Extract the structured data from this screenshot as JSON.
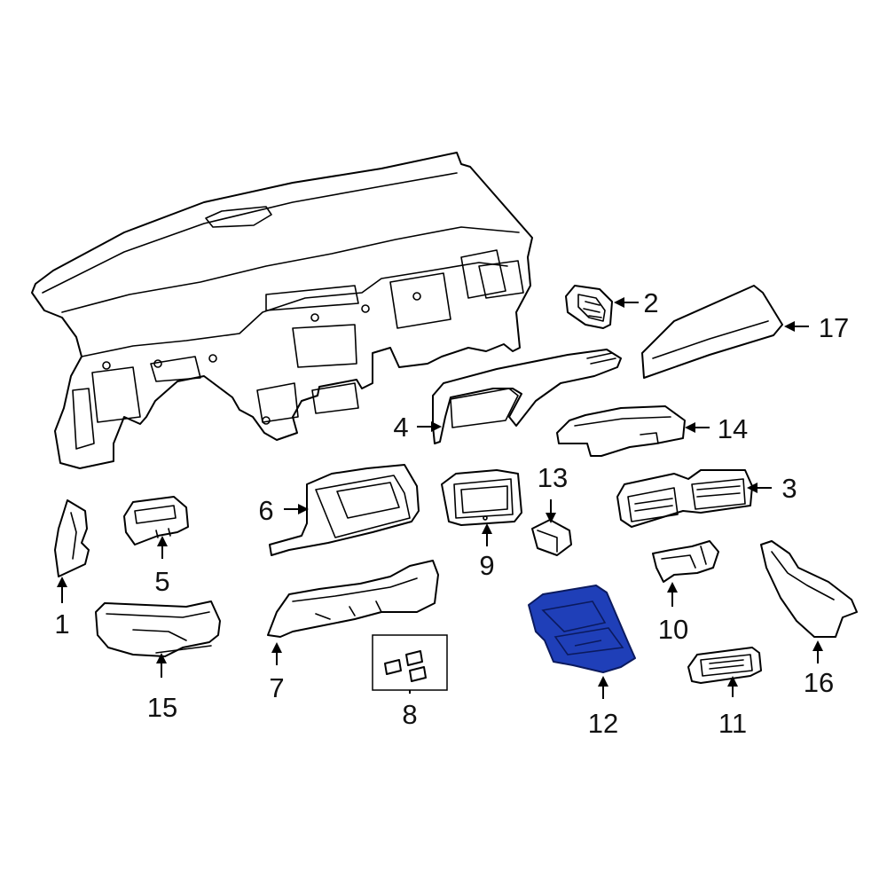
{
  "diagram": {
    "highlight_color": "#1f3fb8",
    "highlighted_part": "12",
    "callouts": [
      {
        "id": "1",
        "label": "1"
      },
      {
        "id": "2",
        "label": "2"
      },
      {
        "id": "3",
        "label": "3"
      },
      {
        "id": "4",
        "label": "4"
      },
      {
        "id": "5",
        "label": "5"
      },
      {
        "id": "6",
        "label": "6"
      },
      {
        "id": "7",
        "label": "7"
      },
      {
        "id": "8",
        "label": "8"
      },
      {
        "id": "9",
        "label": "9"
      },
      {
        "id": "10",
        "label": "10"
      },
      {
        "id": "11",
        "label": "11"
      },
      {
        "id": "12",
        "label": "12"
      },
      {
        "id": "13",
        "label": "13"
      },
      {
        "id": "14",
        "label": "14"
      },
      {
        "id": "15",
        "label": "15"
      },
      {
        "id": "16",
        "label": "16"
      },
      {
        "id": "17",
        "label": "17"
      }
    ]
  }
}
